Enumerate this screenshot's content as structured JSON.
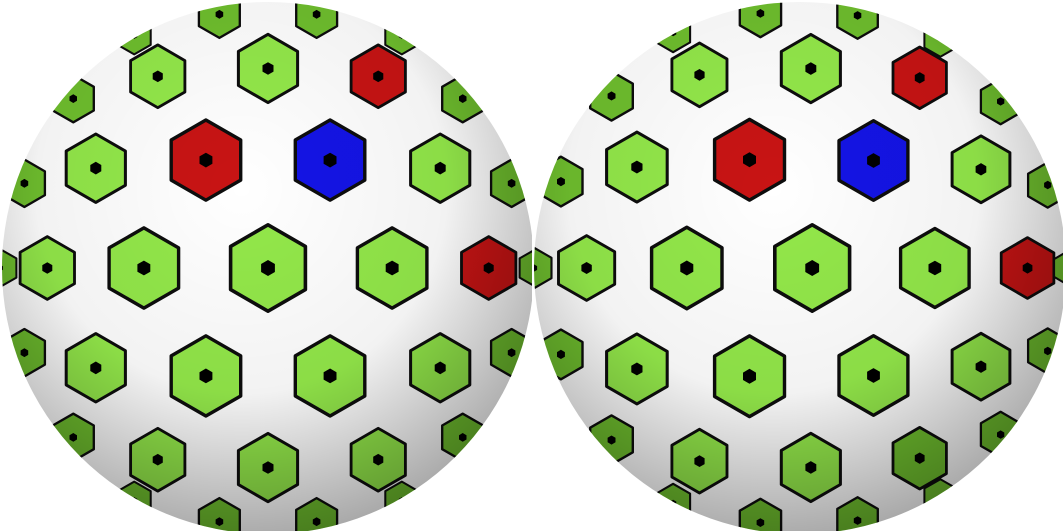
{
  "scene": {
    "views": [
      "left-eye",
      "right-eye"
    ],
    "subject": "sphere",
    "tessellation": "hexagonal-pentagonal"
  },
  "colors": {
    "background": "#ffffff",
    "cell_edge": "#0d0d0d",
    "hexagon_light": "#93e84a",
    "hexagon_dark": "#6fbf2e",
    "pentagon_red": "#c81414",
    "pentagon_blue": "#1414e6",
    "center_dot": "#000000"
  }
}
